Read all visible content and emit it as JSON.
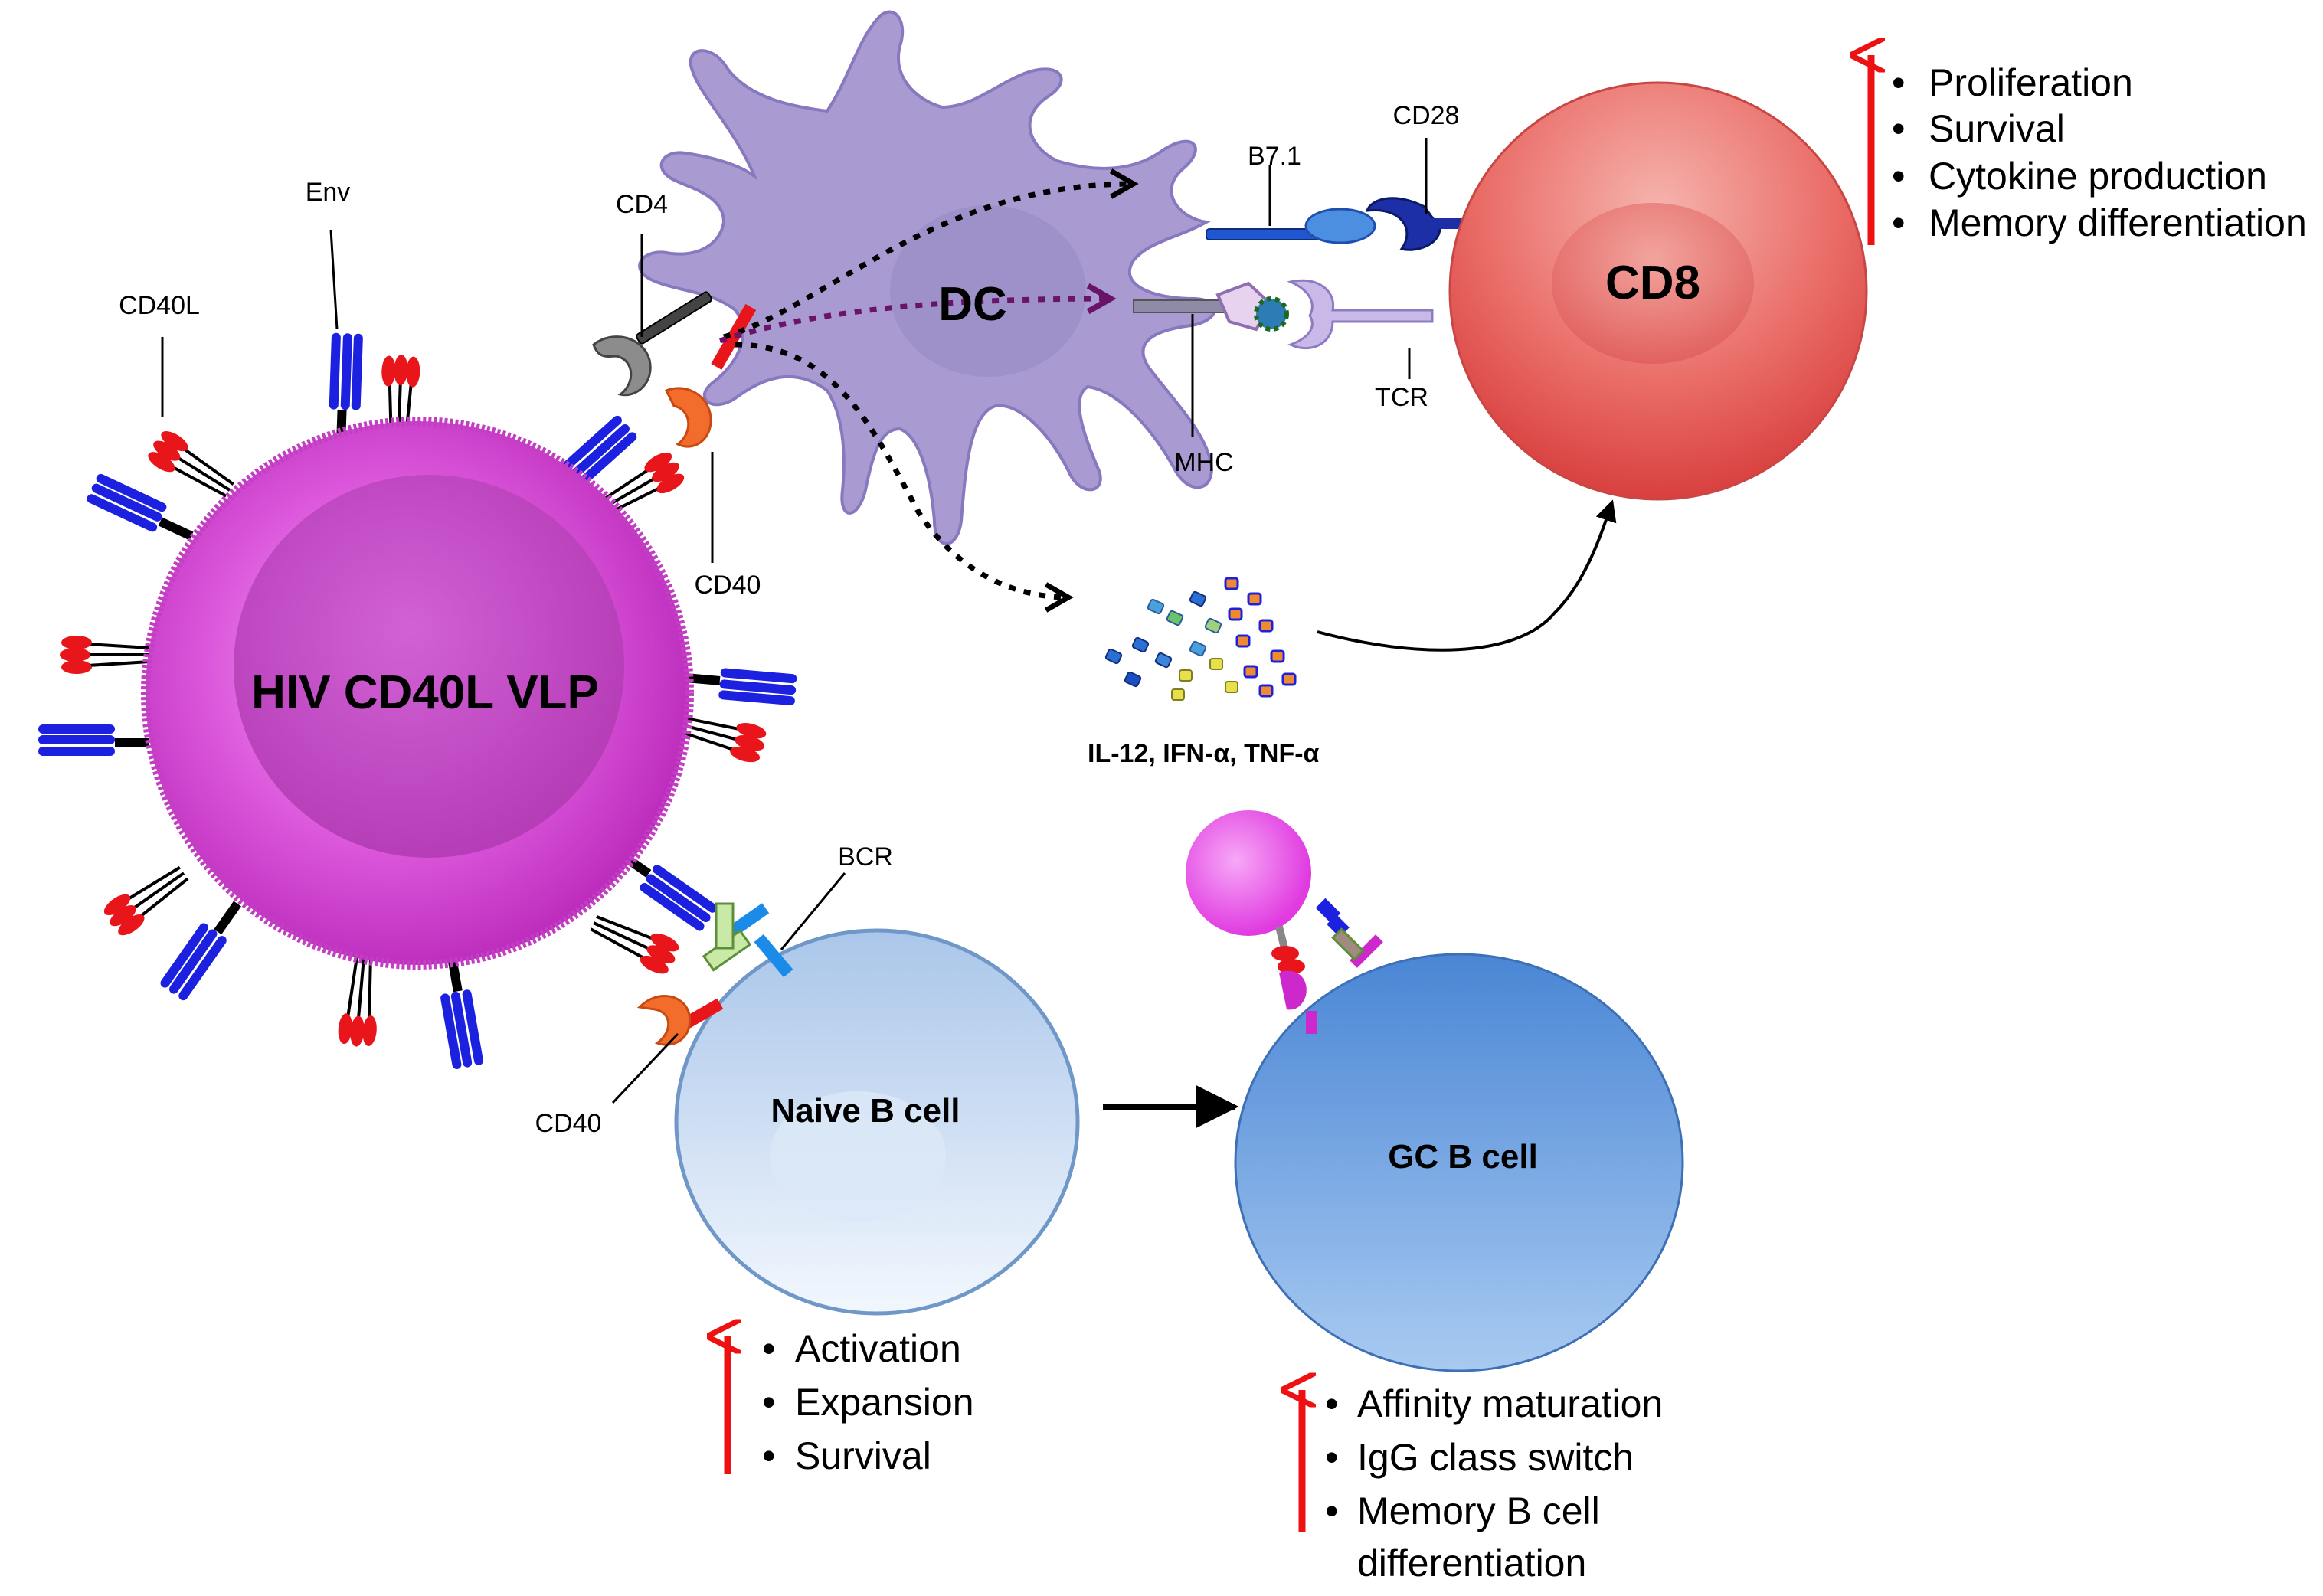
{
  "cells": {
    "vlp": "HIV CD40L VLP",
    "dc": "DC",
    "cd8": "CD8",
    "naive_b": "Naive B cell",
    "gc_b": "GC B cell"
  },
  "molecules": {
    "env": "Env",
    "cd40l": "CD40L",
    "cd4": "CD4",
    "cd40_top": "CD40",
    "cd40_bottom": "CD40",
    "b71": "B7.1",
    "cd28": "CD28",
    "mhc": "MHC",
    "tcr": "TCR",
    "bcr": "BCR"
  },
  "cytokines": "IL-12, IFN-α,  TNF-α",
  "outcomes": {
    "cd8": [
      "Proliferation",
      "Survival",
      "Cytokine production",
      "Memory differentiation"
    ],
    "naive_b": [
      "Activation",
      "Expansion",
      "Survival"
    ],
    "gc_b": [
      "Affinity maturation",
      "IgG class switch",
      "Memory B cell",
      "differentiation"
    ]
  },
  "colors": {
    "vlp": "#d946d9",
    "dc": "#a99bd1",
    "cd8": "#e2504f",
    "naive_b": "#cfe1f7",
    "gc_b": "#5b95db",
    "env": "#1c21e0",
    "cd40l": "#e8151b",
    "arrow_up": "#ee1111"
  }
}
